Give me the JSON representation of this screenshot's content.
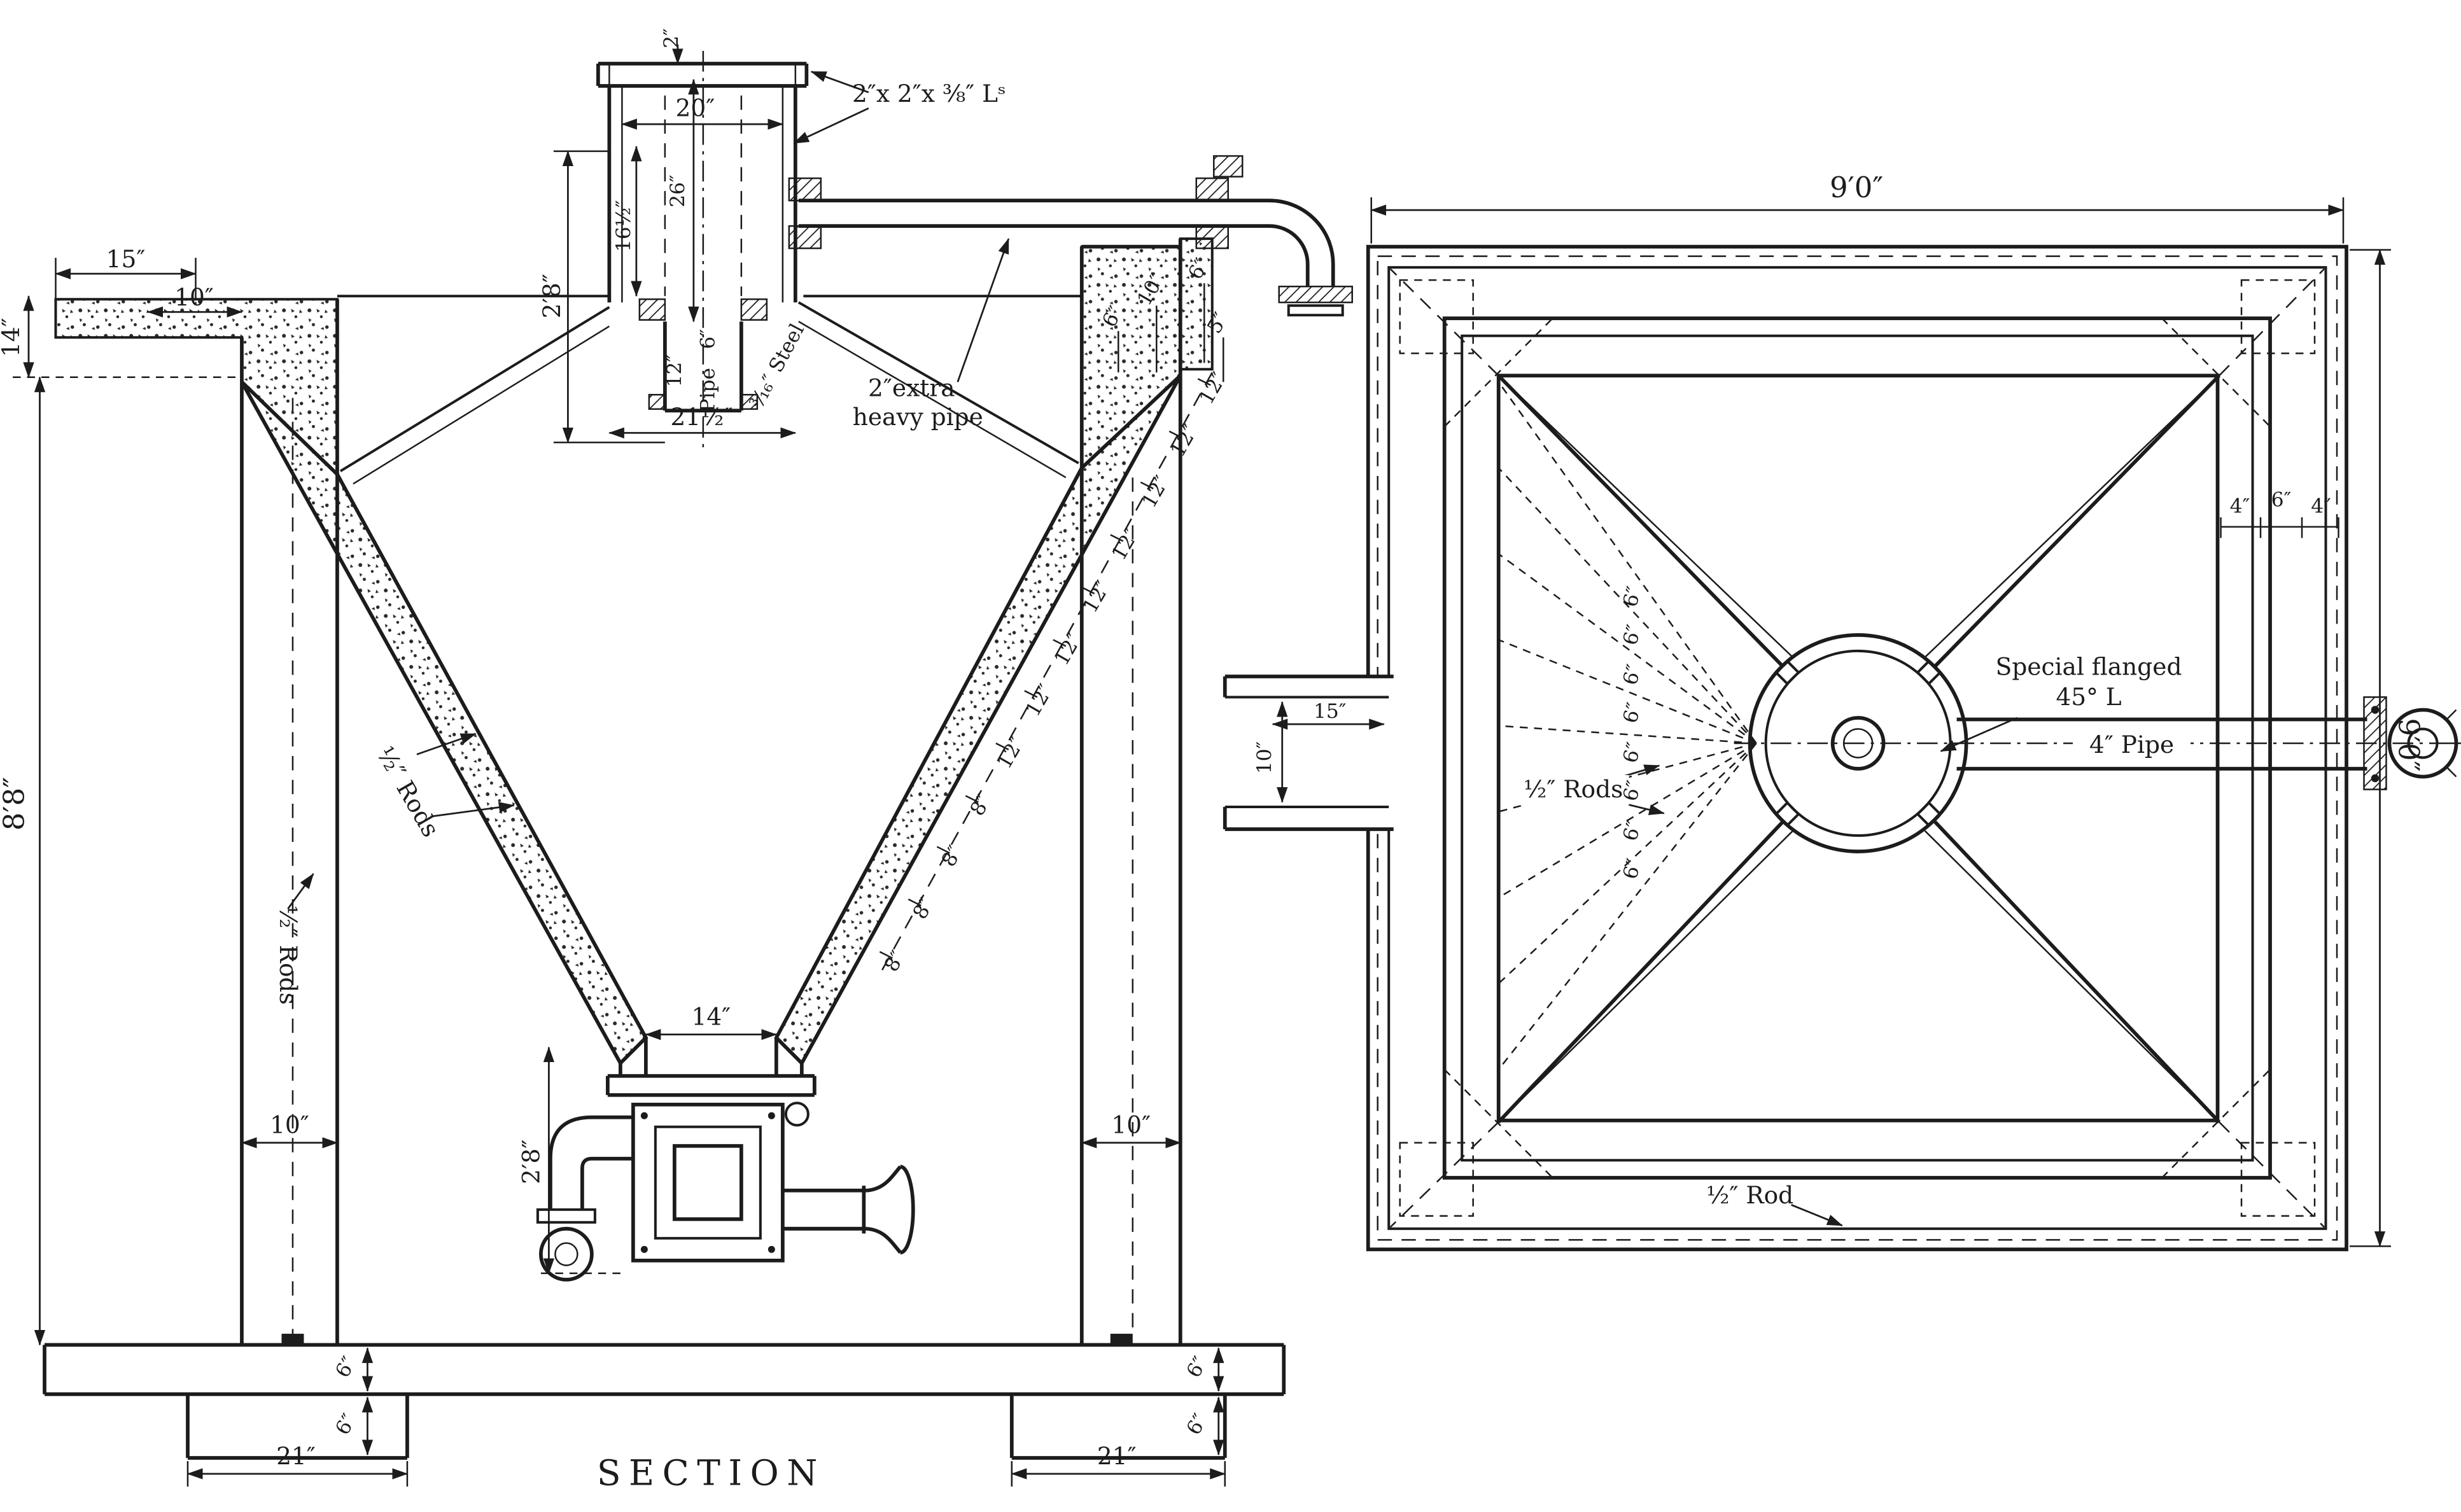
{
  "colors": {
    "ink": "#1c1c1c",
    "paper": "#ffffff"
  },
  "section": {
    "caption": "SECTION",
    "feed_box": {
      "flange_h": "2″",
      "width": "20″",
      "angles": "2″x 2″x ⅜″ Lˢ",
      "inner_h": "16½″",
      "height": "26″",
      "overall_h": "2′8″",
      "pipe_len": "12″",
      "pipe_dia": "6″",
      "pipe_word": "Pipe",
      "steel": "³⁄₁₆″ Steel",
      "bottom_w": "21½″"
    },
    "pipe_note_1": "2″extra",
    "pipe_note_2": "heavy pipe",
    "ledge": {
      "w1": "15″",
      "w2": "10″",
      "t": "14″"
    },
    "right_top": {
      "d1": "10″",
      "d2": "6″",
      "d3": "5″",
      "d4": "6″"
    },
    "slope_dims": [
      "12″",
      "12″",
      "12″",
      "12″",
      "12″",
      "12″",
      "12″",
      "12″",
      "8″",
      "8″",
      "8″",
      "8″"
    ],
    "overall_height": "8′8″",
    "rods_slope": "½″ Rods",
    "rods_wall": "½″ Rods",
    "wall_left": "10″",
    "wall_right": "10″",
    "outlet_w": "14″",
    "outlet_h": "2′8″",
    "slab_l": "6″",
    "foot_l": "6″",
    "slab_r": "6″",
    "foot_r": "6″",
    "foot_lw": "21″",
    "foot_rw": "21″"
  },
  "plan": {
    "dim_w": "9′0″",
    "dim_h": "9′0″",
    "corner_dims": [
      "4″",
      "6″",
      "4″"
    ],
    "flanged_1": "Special flanged",
    "flanged_2": "45° L",
    "pipe": "4″ Pipe",
    "rods": "½″ Rods",
    "rod": "½″ Rod",
    "inlet_w": "15″",
    "inlet_h": "10″",
    "spacing": [
      "6″",
      "6″",
      "6″",
      "6″",
      "6″",
      "6″",
      "6″",
      "6″"
    ]
  }
}
